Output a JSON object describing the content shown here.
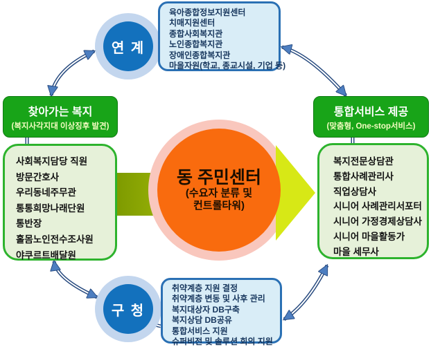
{
  "center": {
    "title": "동 주민센터",
    "subtitle_line1": "(수요자 분류 및",
    "subtitle_line2": "컨트롤타워)"
  },
  "top_circle": {
    "label": "연 계"
  },
  "bottom_circle": {
    "label": "구 청"
  },
  "top_box": {
    "items": [
      "육아종합정보지원센터",
      "치매지원센터",
      "종합사회복지관",
      "노인종합복지관",
      "장애인종합복지관",
      "마을자원(학교, 종교시설, 기업 등)"
    ]
  },
  "bottom_box": {
    "items": [
      "취약계층 지원 결정",
      "취약계층 변동 및 사후 관리",
      "복지대상자 DB구축",
      "복지상담 DB공유",
      "통합서비스 지원",
      "슈퍼비전 및 솔루션 회의 지원"
    ]
  },
  "left": {
    "header_title": "찾아가는 복지",
    "header_subtitle": "(복지사각지대 이상징후 발견)",
    "items": [
      "사회복지담당 직원",
      "방문간호사",
      "우리동네주무관",
      "통통희망나래단원",
      "통반장",
      "홀몸노인전수조사원",
      "야쿠르트배달원"
    ]
  },
  "right": {
    "header_title": "통합서비스 제공",
    "header_subtitle": "(맞춤형, One-stop서비스)",
    "items": [
      "복지전문상담관",
      "통합사례관리사",
      "직업상담사",
      "시니어 사례관리서포터",
      "시니어 가정경제상담사",
      "시니어 마을활동가",
      "마을 세무사"
    ]
  },
  "colors": {
    "circle_blue": "#1371bd",
    "circle_halo": "#c3d6ee",
    "blue_box_fill": "#d9edf7",
    "blue_box_border": "#2a70b4",
    "blue_box_text": "#17365d",
    "green_header": "#18a418",
    "green_header_subtitle": "#f2fcc0",
    "green_list_fill": "#e6f1d9",
    "green_list_border": "#2db32d",
    "center_orange": "#f96b0e",
    "center_halo_pink": "#f9c7bd",
    "big_arrow_olive": "#7e9b00",
    "big_arrow_chartreuse": "#d7e816",
    "connector_navy": "#26497e",
    "connector_arrowhead": "#4d7ec0"
  }
}
